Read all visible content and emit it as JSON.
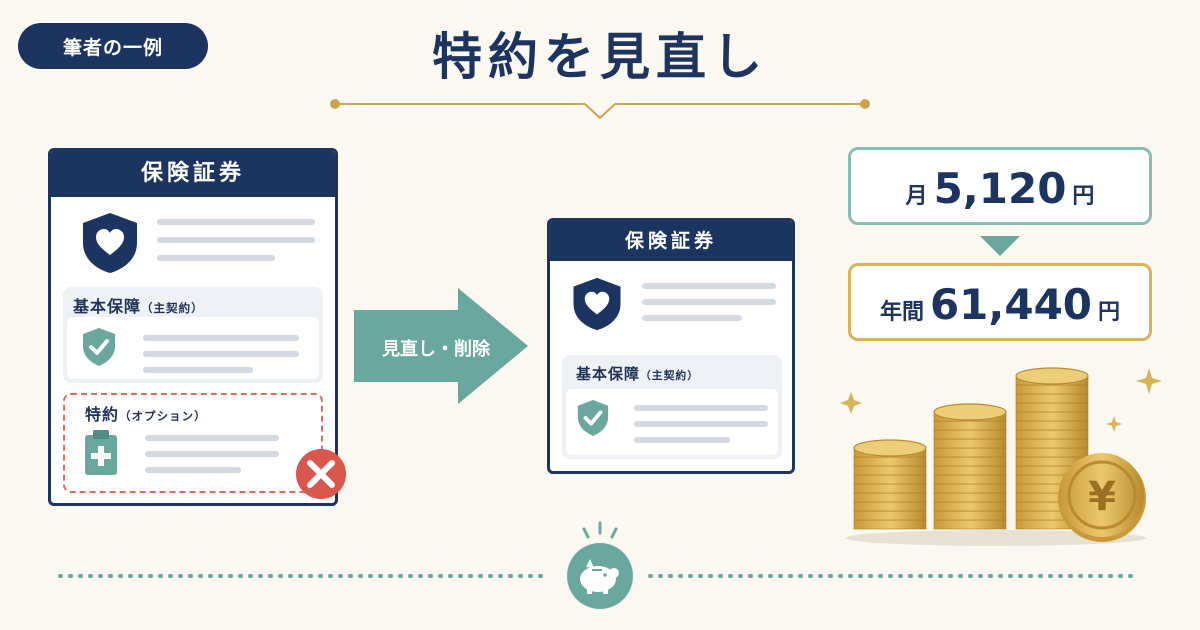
{
  "badge": {
    "label": "筆者の一例"
  },
  "title": "特約を見直し",
  "before_card": {
    "header": "保険証券",
    "basic_section_label": "基本保障",
    "basic_section_suffix": "（主契約）",
    "option_section_label": "特約",
    "option_section_suffix": "（オプション）"
  },
  "arrow": {
    "label": "見直し・削除"
  },
  "after_card": {
    "header": "保険証券",
    "basic_section_label": "基本保障",
    "basic_section_suffix": "（主契約）"
  },
  "monthly": {
    "prefix": "月",
    "value": "5,120",
    "suffix": "円"
  },
  "yearly": {
    "prefix": "年間",
    "value": "61,440",
    "suffix": "円"
  },
  "icons": [
    "shield-heart-icon",
    "shield-check-icon",
    "clipboard-plus-icon",
    "remove-x-icon",
    "down-triangle-icon",
    "coin-stack-icon",
    "yen-coin-icon",
    "sparkle-icon",
    "piggy-bank-icon"
  ],
  "colors": {
    "navy": "#1b3560",
    "teal": "#6aa89f",
    "red": "#d9574c",
    "gold": "#d9b25a",
    "background": "#faf8f0"
  }
}
